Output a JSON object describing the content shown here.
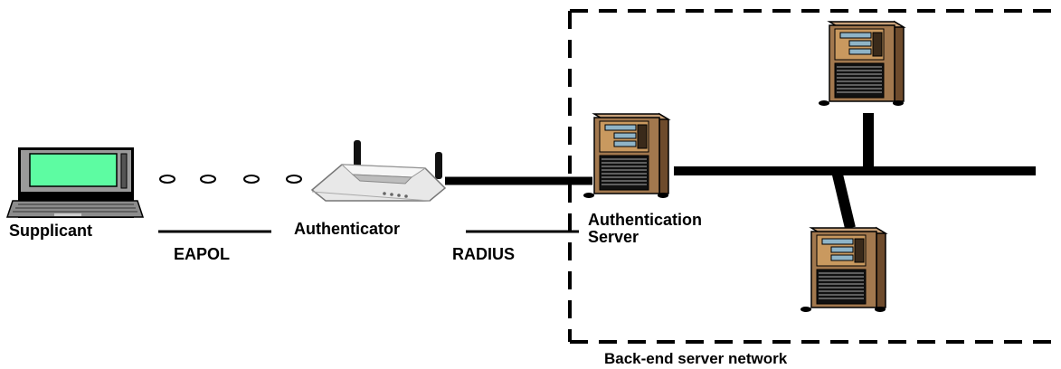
{
  "labels": {
    "supplicant": "Supplicant",
    "eapol": "EAPOL",
    "authenticator": "Authenticator",
    "radius": "RADIUS",
    "auth_server_line1": "Authentication",
    "auth_server_line2": "Server",
    "backend_network": "Back-end server network"
  },
  "icons": {
    "supplicant": "laptop-icon",
    "authenticator": "wireless-access-point-icon",
    "auth_server": "server-tower-icon",
    "backend_servers": [
      "server-tower-icon",
      "server-tower-icon"
    ]
  },
  "colors": {
    "laptop_screen": "#5dfca2",
    "laptop_body": "#8c8c8c",
    "server_case": "#a2784e",
    "server_panel": "#c9995f",
    "server_drive": "#8fb4c7",
    "router_body": "#e8e8e8",
    "line": "#000000"
  }
}
